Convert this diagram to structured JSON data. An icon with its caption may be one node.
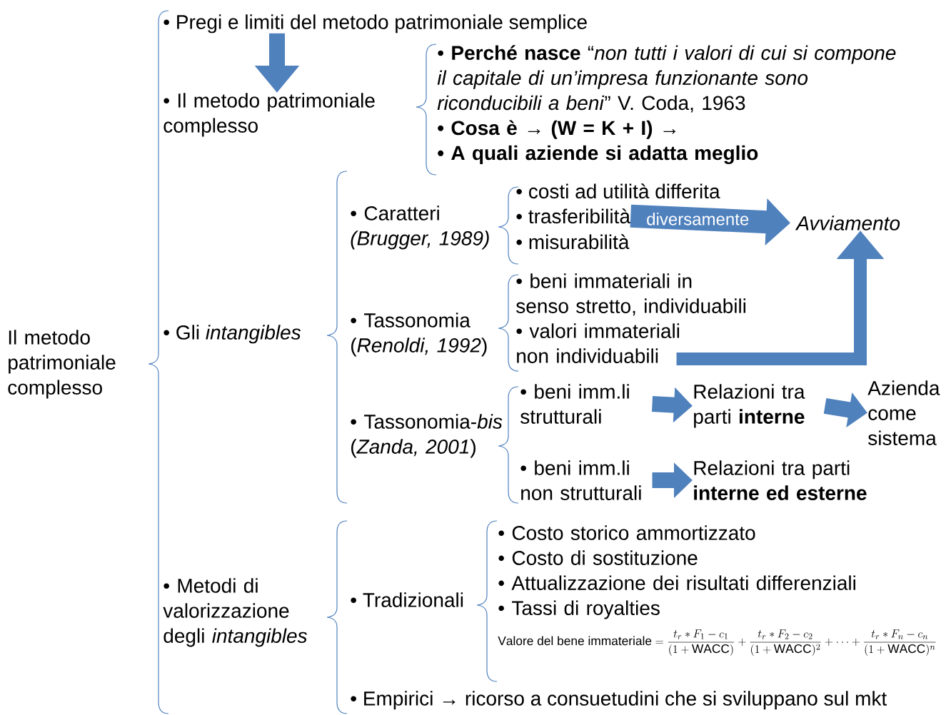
{
  "diagram": {
    "nodes": [
      {
        "text": [
          "Il metodo patrimoniale complesso"
        ]
      },
      {
        "text": [
          "• Pregi e limiti del metodo patrimoniale semplice"
        ]
      },
      {
        "text": [
          "• Il metodo patrimoniale complesso"
        ]
      },
      {
        "text": [
          "• **Perché nasce** “*non tutti i valori di cui si compone il capitale di un’impresa funzionante sono riconducibili a beni*” V. Coda, 1963",
          "• Cosa è → (W = K + I) →",
          "• A quali aziende si adatta meglio"
        ]
      },
      {
        "text": [
          "• Gli *intangibles*"
        ]
      },
      {
        "text": [
          "• Caratteri *(Brugger, 1989)*"
        ]
      },
      {
        "text": [
          "• costi ad utilità differita"
        ]
      },
      {
        "text": [
          "• trasferibilità"
        ]
      },
      {
        "text": [
          "• misurabilità"
        ]
      },
      {
        "text": [
          "Avviamento"
        ]
      },
      {
        "text": [
          "• Tassonomia (*Renoldi, 1992*)"
        ]
      },
      {
        "text": [
          "• beni immateriali in senso stretto, individuabili"
        ]
      },
      {
        "text": [
          "• valori immateriali non individuabili"
        ]
      },
      {
        "text": [
          "• Tassonomia-*bis* (*Zanda, 2001*)"
        ]
      },
      {
        "text": [
          "• beni imm.li strutturali"
        ]
      },
      {
        "text": [
          "Relazioni tra parti **interne**"
        ]
      },
      {
        "text": [
          "Azienda come sistema"
        ]
      },
      {
        "text": [
          "• beni imm.li non strutturali"
        ]
      },
      {
        "text": [
          "Relazioni tra parti **interne ed esterne**"
        ]
      },
      {
        "text": [
          "• Metodi di valorizzazione degli *intangibles*"
        ]
      },
      {
        "text": [
          "• Tradizionali"
        ]
      },
      {
        "text": [
          "• Costo storico ammortizzato",
          "• Costo di sostituzione",
          "• Attualizzazione dei risultati differenziali",
          "• Tassi di royalties"
        ]
      },
      {
        "text": [
          "• Empirici → ricorso a consuetudini che si sviluppano sul mkt"
        ]
      }
    ],
    "edges": [
      {
        "from": 1,
        "to": 2,
        "arrow": "to"
      },
      {
        "from": 7,
        "to": 9,
        "arrow": "to",
        "label": "diversamente"
      },
      {
        "from": 12,
        "to": 9,
        "arrow": "to"
      },
      {
        "from": 14,
        "to": 15,
        "arrow": "to"
      },
      {
        "from": 15,
        "to": 16,
        "arrow": "to"
      },
      {
        "from": 17,
        "to": 18,
        "arrow": "to"
      }
    ],
    "labels": [
      "\\mathrm{Valore\\ del\\ bene\\ immateriale} = \\frac{t_r * F_1 - c_1}{(1+\\mathrm{WACC})} + \\frac{t_r * F_2 - c_2}{(1+\\mathrm{WACC})^2} + \\cdots + \\frac{t_r * F_n - c_n}{(1+\\mathrm{WACC})^n}"
    ]
  }
}
